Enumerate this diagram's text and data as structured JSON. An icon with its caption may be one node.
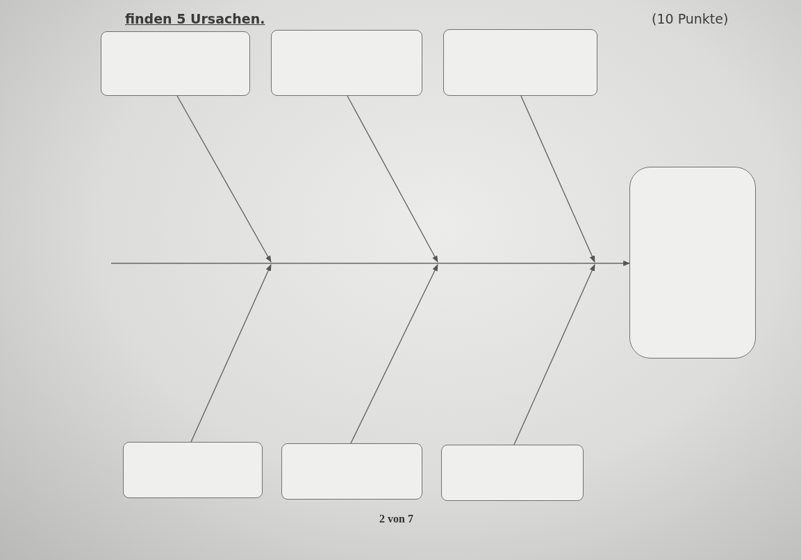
{
  "diagram": {
    "nodes": [
      {
        "text": [],
        "shape": "box"
      },
      {
        "text": [],
        "shape": "box"
      },
      {
        "text": [],
        "shape": "box"
      },
      {
        "text": [],
        "shape": "box"
      },
      {
        "text": [],
        "shape": "box"
      },
      {
        "text": [],
        "shape": "box"
      },
      {
        "text": [],
        "shape": "box"
      }
    ],
    "edges": [
      {
        "from": 0,
        "to": null,
        "arrow": "to"
      },
      {
        "from": 1,
        "to": null,
        "arrow": "to"
      },
      {
        "from": 2,
        "to": null,
        "arrow": "to"
      },
      {
        "from": 4,
        "to": null,
        "arrow": "to"
      },
      {
        "from": 5,
        "to": null,
        "arrow": "to"
      },
      {
        "from": 6,
        "to": null,
        "arrow": "to"
      },
      {
        "from": null,
        "to": 3,
        "arrow": "to"
      }
    ],
    "labels": [
      "finden 5 Ursachen.",
      "(10 Punkte)",
      "2 von 7"
    ]
  }
}
